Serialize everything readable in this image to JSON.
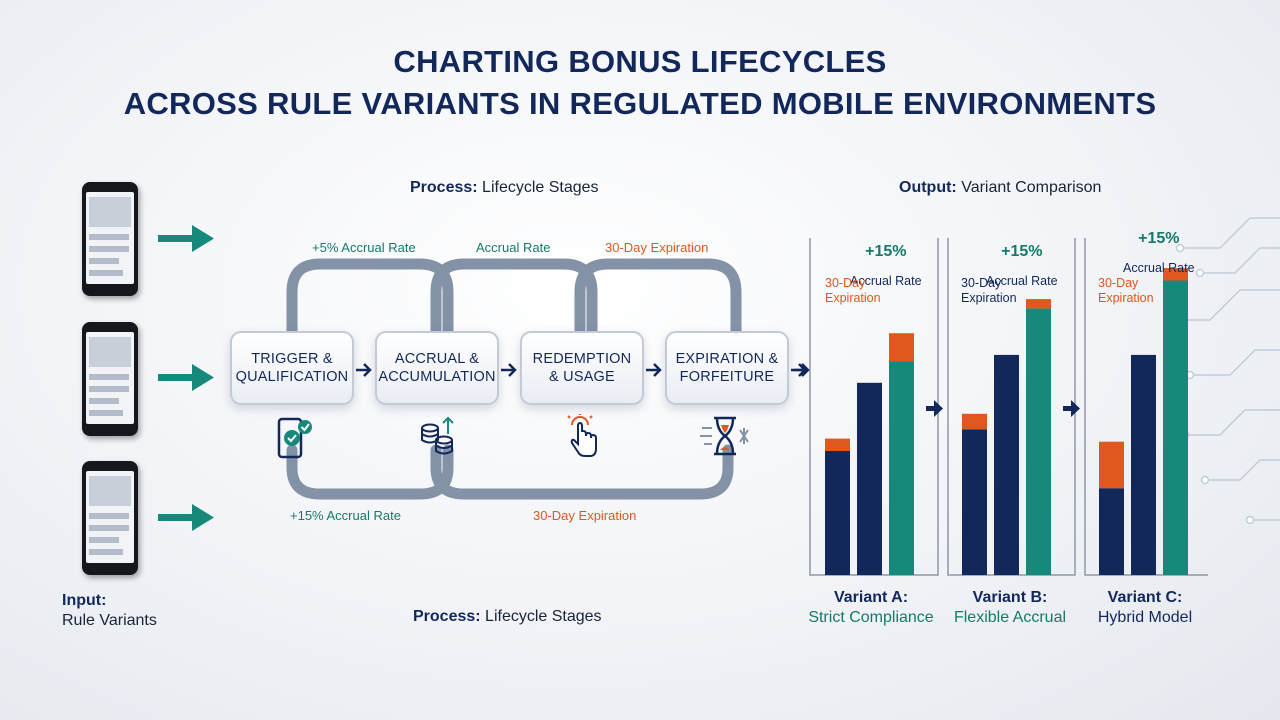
{
  "title": {
    "line1": "CHARTING BONUS LIFECYCLES",
    "line2": "ACROSS RULE VARIANTS IN REGULATED MOBILE ENVIRONMENTS"
  },
  "input": {
    "label": "Input:",
    "sub": "Rule Variants"
  },
  "process_top": {
    "label": "Process:",
    "sub": "Lifecycle Stages"
  },
  "process_bottom": {
    "label": "Process:",
    "sub": "Lifecycle Stages"
  },
  "output": {
    "label": "Output:",
    "sub": "Variant Comparison"
  },
  "stages": [
    {
      "label": "TRIGGER &\nQUALIFICATION",
      "icon": "phone-check-icon"
    },
    {
      "label": "ACCRUAL &\nACCUMULATION",
      "icon": "coins-stack-icon"
    },
    {
      "label": "REDEMPTION\n& USAGE",
      "icon": "tap-hand-icon"
    },
    {
      "label": "EXPIRATION &\nFORFEITURE",
      "icon": "hourglass-icon"
    }
  ],
  "annotations": {
    "top1": "+5% Accrual Rate",
    "top2": "Accrual Rate",
    "top3": "30-Day Expiration",
    "bottom1": "+15% Accrual Rate",
    "bottom2": "30-Day Expiration"
  },
  "colors": {
    "navy": "#13285a",
    "teal": "#16897a",
    "orange": "#e1581f",
    "loop": "#8492a8"
  },
  "chart_data": [
    {
      "type": "bar",
      "name": "Variant A:",
      "subtitle": "Strict Compliance",
      "annotations": {
        "rate": "+15%",
        "rate_label": "Accrual Rate",
        "expiry": "30-Day\nExpiration"
      },
      "bars": [
        {
          "color": "navy",
          "value": 40,
          "cap": 4
        },
        {
          "color": "navy",
          "value": 62,
          "cap": 0
        },
        {
          "color": "teal",
          "value": 69,
          "cap": 9
        }
      ],
      "ylim": [
        0,
        100
      ]
    },
    {
      "type": "bar",
      "name": "Variant B:",
      "subtitle": "Flexible Accrual",
      "annotations": {
        "rate": "+15%",
        "rate_label": "Accrual Rate",
        "expiry": "30-Day\nExpiration"
      },
      "bars": [
        {
          "color": "navy",
          "value": 47,
          "cap": 5
        },
        {
          "color": "navy",
          "value": 71,
          "cap": 0
        },
        {
          "color": "teal",
          "value": 86,
          "cap": 3
        }
      ],
      "ylim": [
        0,
        100
      ]
    },
    {
      "type": "bar",
      "name": "Variant C:",
      "subtitle": "Hybrid Model",
      "annotations": {
        "rate": "+15%",
        "rate_label": "Accrual Rate",
        "expiry": "30-Day\nExpiration"
      },
      "bars": [
        {
          "color": "navy",
          "value": 28,
          "cap": 15
        },
        {
          "color": "navy",
          "value": 71,
          "cap": 0
        },
        {
          "color": "teal",
          "value": 95,
          "cap": 4
        }
      ],
      "ylim": [
        0,
        100
      ]
    }
  ]
}
